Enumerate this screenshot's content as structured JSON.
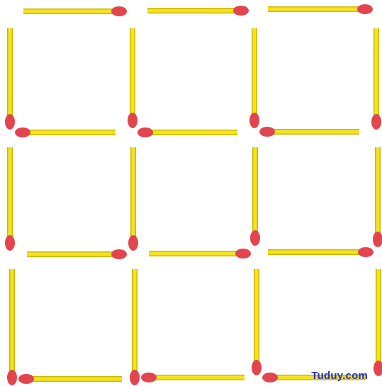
{
  "puzzle": {
    "description_hidden": "",
    "grid": {
      "rows": 3,
      "cols": 3
    },
    "match_count": 24,
    "colors": {
      "stick": "#f6e21f",
      "stick_edge": "#c9b800",
      "head": "#e3454f",
      "background": "#ffffff"
    }
  },
  "watermark": {
    "text": "Tuduy.com",
    "color": "#1f2fd6"
  }
}
